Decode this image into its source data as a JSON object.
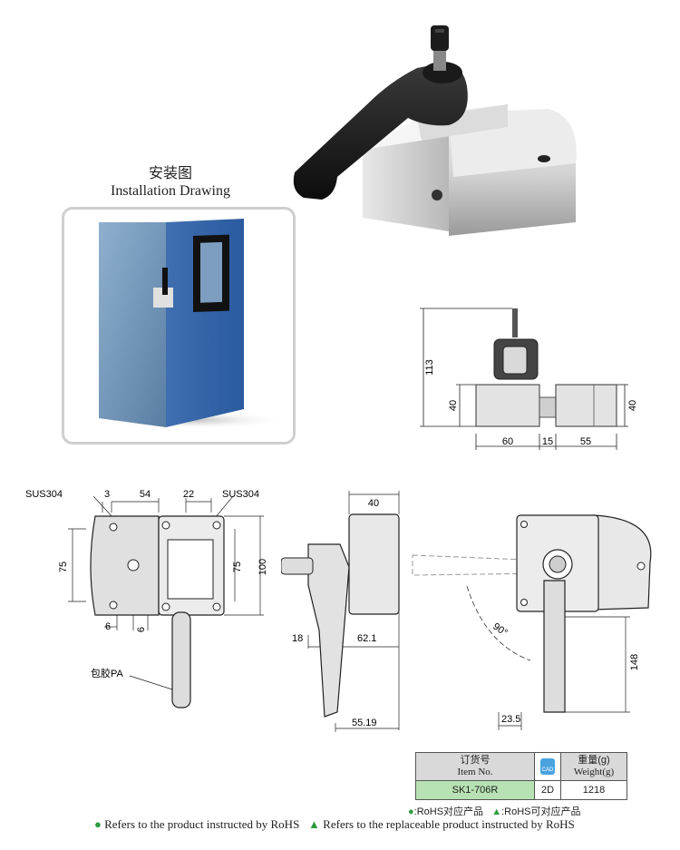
{
  "install": {
    "title_cn": "安装图",
    "title_en": "Installation Drawing"
  },
  "dims": {
    "side_height": "113",
    "side_base_left": "40",
    "side_base_right": "40",
    "side_w1": "60",
    "side_w2": "15",
    "side_w3": "55",
    "front_3": "3",
    "front_54": "54",
    "front_22": "22",
    "front_75_left": "75",
    "front_75_right": "75",
    "front_100": "100",
    "front_6a": "6",
    "front_6b": "6",
    "mat_left": "SUS304",
    "mat_right": "SUS304",
    "mat_grip": "包胶PA",
    "profile_40": "40",
    "profile_18": "18",
    "profile_62": "62.1",
    "profile_55": "55.19",
    "rot_angle": "90°",
    "rot_148": "148",
    "rot_23": "23.5"
  },
  "table": {
    "head_cn": "订货号",
    "head_en": "Item No.",
    "cad_label": "CAD",
    "weight_cn": "重量(g)",
    "weight_en": "Weight(g)",
    "item": "SK1-706R",
    "cad": "2D",
    "weight": "1218"
  },
  "legend": {
    "rohs_cn": ":RoHS对应产品",
    "replace_cn": ":RoHS可对应产品",
    "rohs_en": "Refers to the product instructed by RoHS",
    "replace_en": "Refers to the replaceable product instructed by RoHS"
  },
  "colors": {
    "table_header": "#d9d9d9",
    "table_row": "#b7e2b3",
    "green": "#2e9b3c",
    "cad_blue": "#4aa3df"
  }
}
